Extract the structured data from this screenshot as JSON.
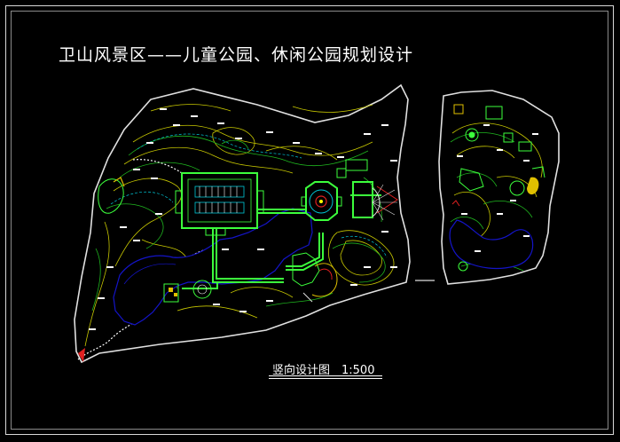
{
  "drawing": {
    "title": "卫山风景区——儿童公园、休闲公园规划设计",
    "caption": "竖向设计图　1:500"
  },
  "colors": {
    "background": "#000000",
    "boundary": "#e0e0e0",
    "contour_yellow": "#c8c800",
    "contour_green": "#1fb61f",
    "path_cyan": "#00c8d8",
    "plaza_green": "#3cff3c",
    "water_blue": "#1414c8",
    "accent_red": "#e02020"
  },
  "icons": [
    "frame-border",
    "site-plan-left",
    "site-plan-right",
    "contour-lines",
    "water-body"
  ]
}
